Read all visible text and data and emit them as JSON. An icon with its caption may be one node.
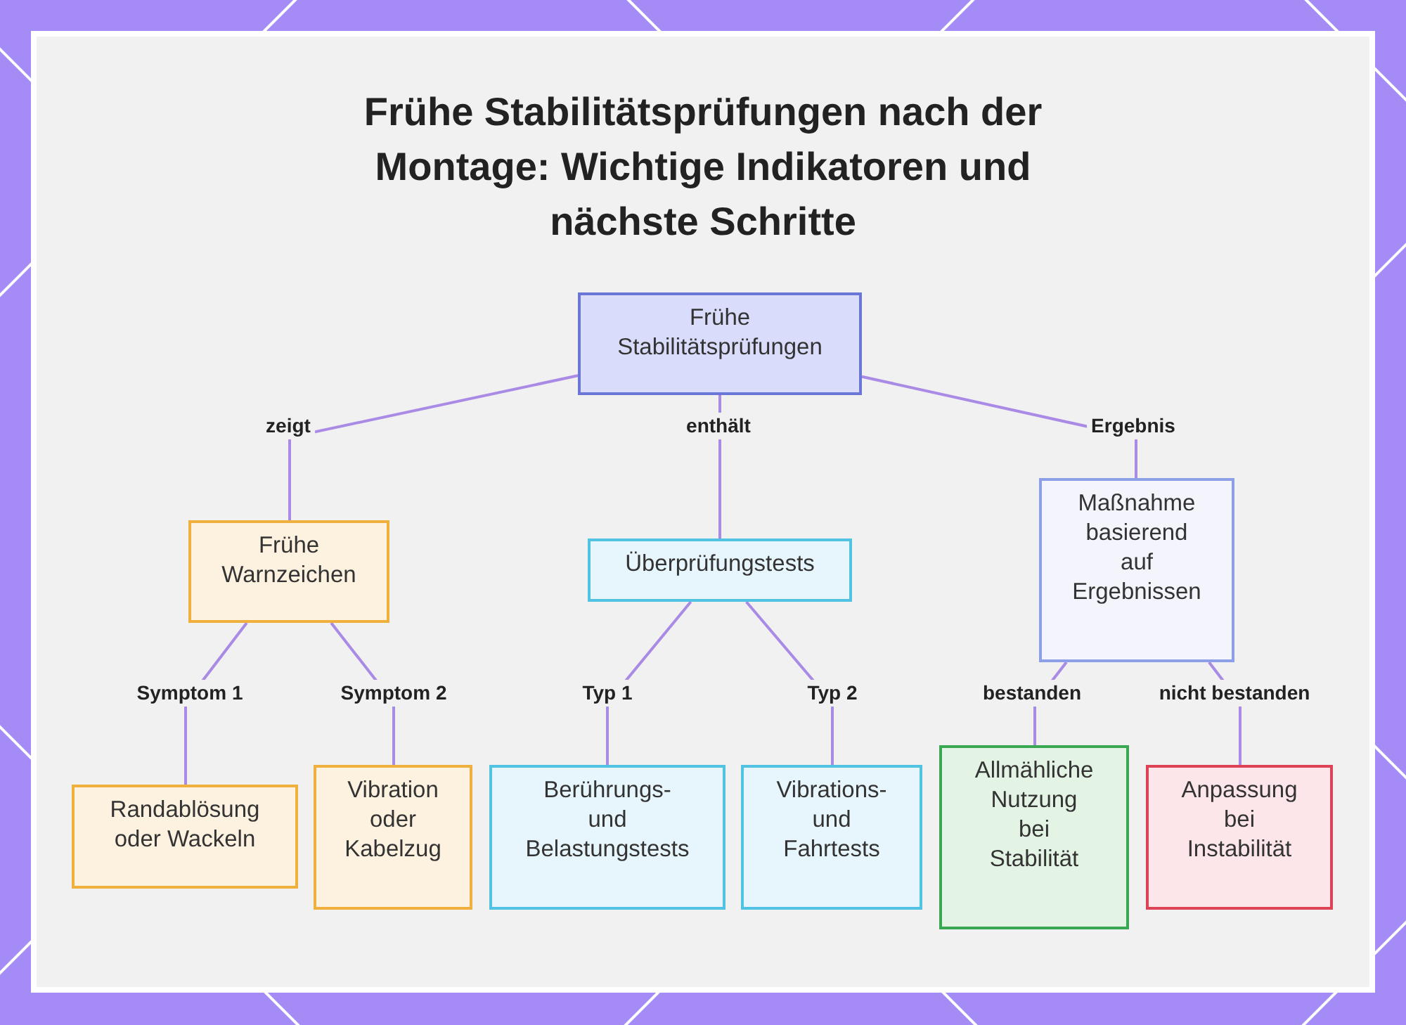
{
  "diagram": {
    "title": "Frühe Stabilitätsprüfungen nach der Montage: Wichtige Indikatoren und nächste Schritte",
    "nodes": [
      {
        "text": [
          "Frühe Stabilitätsprüfungen"
        ]
      },
      {
        "text": [
          "Frühe Warnzeichen"
        ]
      },
      {
        "text": [
          "Überprüfungstests"
        ]
      },
      {
        "text": [
          "Maßnahme basierend auf Ergebnissen"
        ]
      },
      {
        "text": [
          "Randablösung oder Wackeln"
        ]
      },
      {
        "text": [
          "Vibration oder Kabelzug"
        ]
      },
      {
        "text": [
          "Berührungs- und Belastungstests"
        ]
      },
      {
        "text": [
          "Vibrations- und Fahrtests"
        ]
      },
      {
        "text": [
          "Allmähliche Nutzung bei Stabilität"
        ]
      },
      {
        "text": [
          "Anpassung bei Instabilität"
        ]
      }
    ],
    "edges": [
      {
        "from": 0,
        "to": 1,
        "arrow": "none",
        "label": "zeigt"
      },
      {
        "from": 0,
        "to": 2,
        "arrow": "none",
        "label": "enthält"
      },
      {
        "from": 0,
        "to": 3,
        "arrow": "none",
        "label": "Ergebnis"
      },
      {
        "from": 1,
        "to": 4,
        "arrow": "none",
        "label": "Symptom 1"
      },
      {
        "from": 1,
        "to": 5,
        "arrow": "none",
        "label": "Symptom 2"
      },
      {
        "from": 2,
        "to": 6,
        "arrow": "none",
        "label": "Typ 1"
      },
      {
        "from": 2,
        "to": 7,
        "arrow": "none",
        "label": "Typ 2"
      },
      {
        "from": 3,
        "to": 8,
        "arrow": "none",
        "label": "bestanden"
      },
      {
        "from": 3,
        "to": 9,
        "arrow": "none",
        "label": "nicht bestanden"
      }
    ]
  }
}
